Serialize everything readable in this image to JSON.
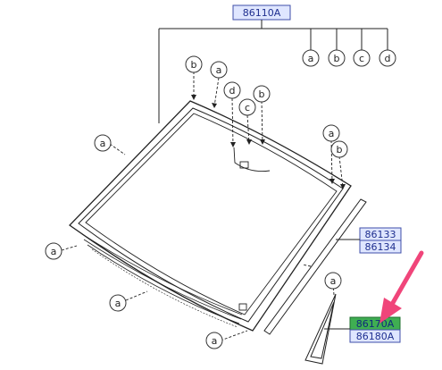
{
  "part_labels": {
    "main": "86110A",
    "molding_upper": "86133",
    "molding_lower": "86134",
    "quarter_upper": "86170A",
    "quarter_lower": "86180A"
  },
  "callout_letters": {
    "a": "a",
    "b": "b",
    "c": "c",
    "d": "d"
  },
  "colors": {
    "label_blue_fill": "#dfe6ff",
    "label_blue_border": "#3f4fa8",
    "label_green_fill": "#3fae52",
    "label_green_border": "#1d6f2e",
    "arrow_pink": "#f0457a",
    "line": "#222222"
  }
}
